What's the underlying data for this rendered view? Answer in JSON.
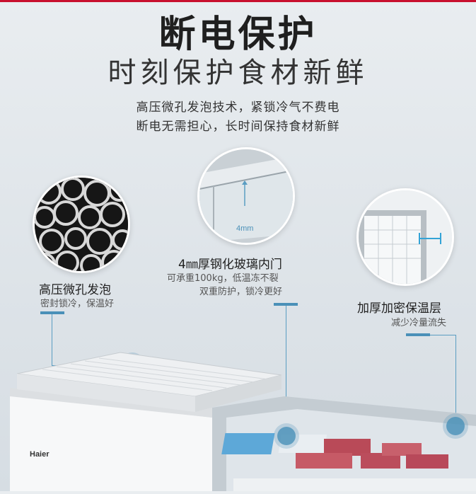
{
  "header": {
    "title": "断电保护",
    "subtitle": "时刻保护食材新鲜",
    "desc_line1": "高压微孔发泡技术，紧锁冷气不费电",
    "desc_line2": "断电无需担心，长时间保持食材新鲜"
  },
  "features": [
    {
      "title": "高压微孔发泡",
      "sub1": "密封锁冷，保温好",
      "sub2": ""
    },
    {
      "title": "4㎜厚钢化玻璃内门",
      "sub1": "可承重100kg，低温冻不裂",
      "sub2": "双重防护，锁冷更好",
      "inset_label": "4mm"
    },
    {
      "title": "加厚加密保温层",
      "sub1": "减少冷量流失",
      "sub2": ""
    }
  ],
  "brand": "Haier",
  "colors": {
    "accent": "#4a90b8",
    "top_rule": "#c8102e"
  }
}
